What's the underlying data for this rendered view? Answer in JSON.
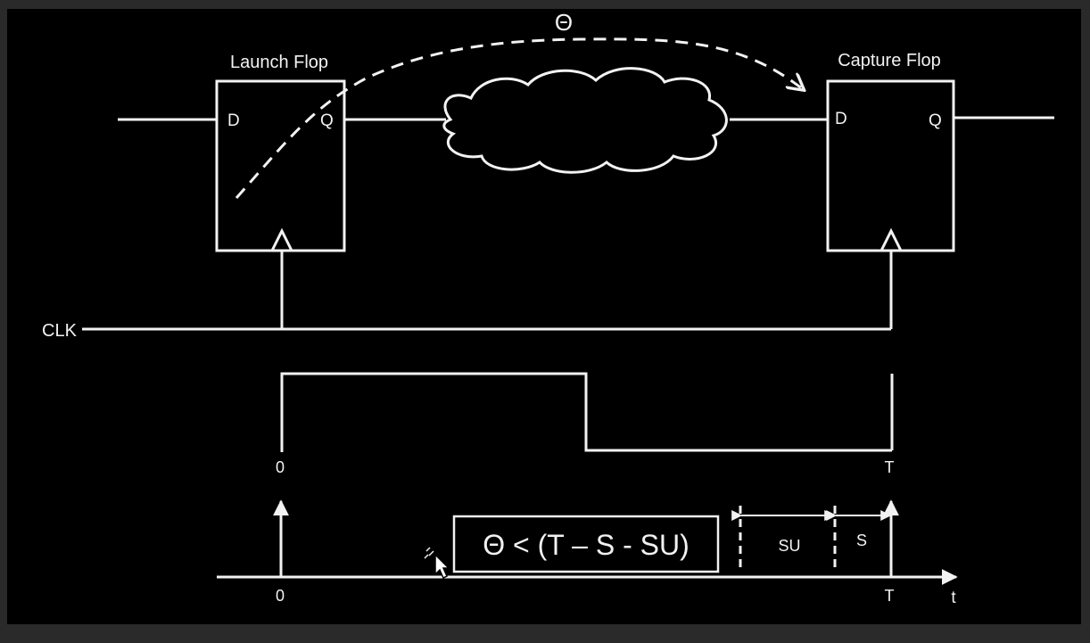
{
  "colors": {
    "background": "#000000",
    "frame": "#2a2a2a",
    "ink": "#f2f2f2"
  },
  "path_delay_label": "Θ",
  "launch_flop": {
    "title": "Launch Flop",
    "d_pin": "D",
    "q_pin": "Q"
  },
  "capture_flop": {
    "title": "Capture Flop",
    "d_pin": "D",
    "q_pin": "Q"
  },
  "clock": {
    "label": "CLK"
  },
  "waveform": {
    "start_label": "0",
    "period_label": "T"
  },
  "timeline": {
    "origin_label": "0",
    "period_label": "T",
    "axis_label": "t",
    "setup_label": "SU",
    "skew_label": "S",
    "equation": "Θ < (T – S - SU)"
  },
  "cursor": {
    "icon": "pointer-icon"
  }
}
